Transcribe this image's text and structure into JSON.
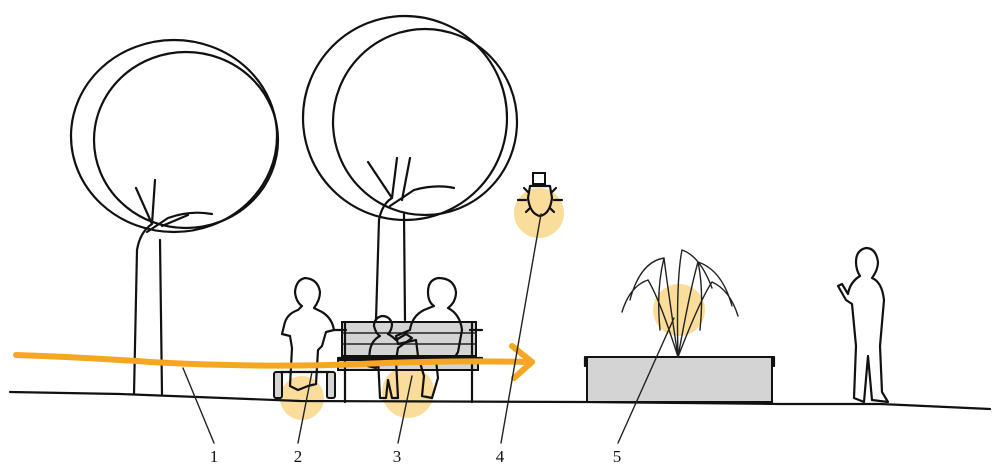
{
  "colors": {
    "path_orange": "#F5A623",
    "glow": "#F9D27A",
    "ink": "#111111",
    "box_fill": "#D4D4D4"
  },
  "callouts": [
    {
      "label": "1"
    },
    {
      "label": "2"
    },
    {
      "label": "3"
    },
    {
      "label": "4"
    },
    {
      "label": "5"
    }
  ]
}
